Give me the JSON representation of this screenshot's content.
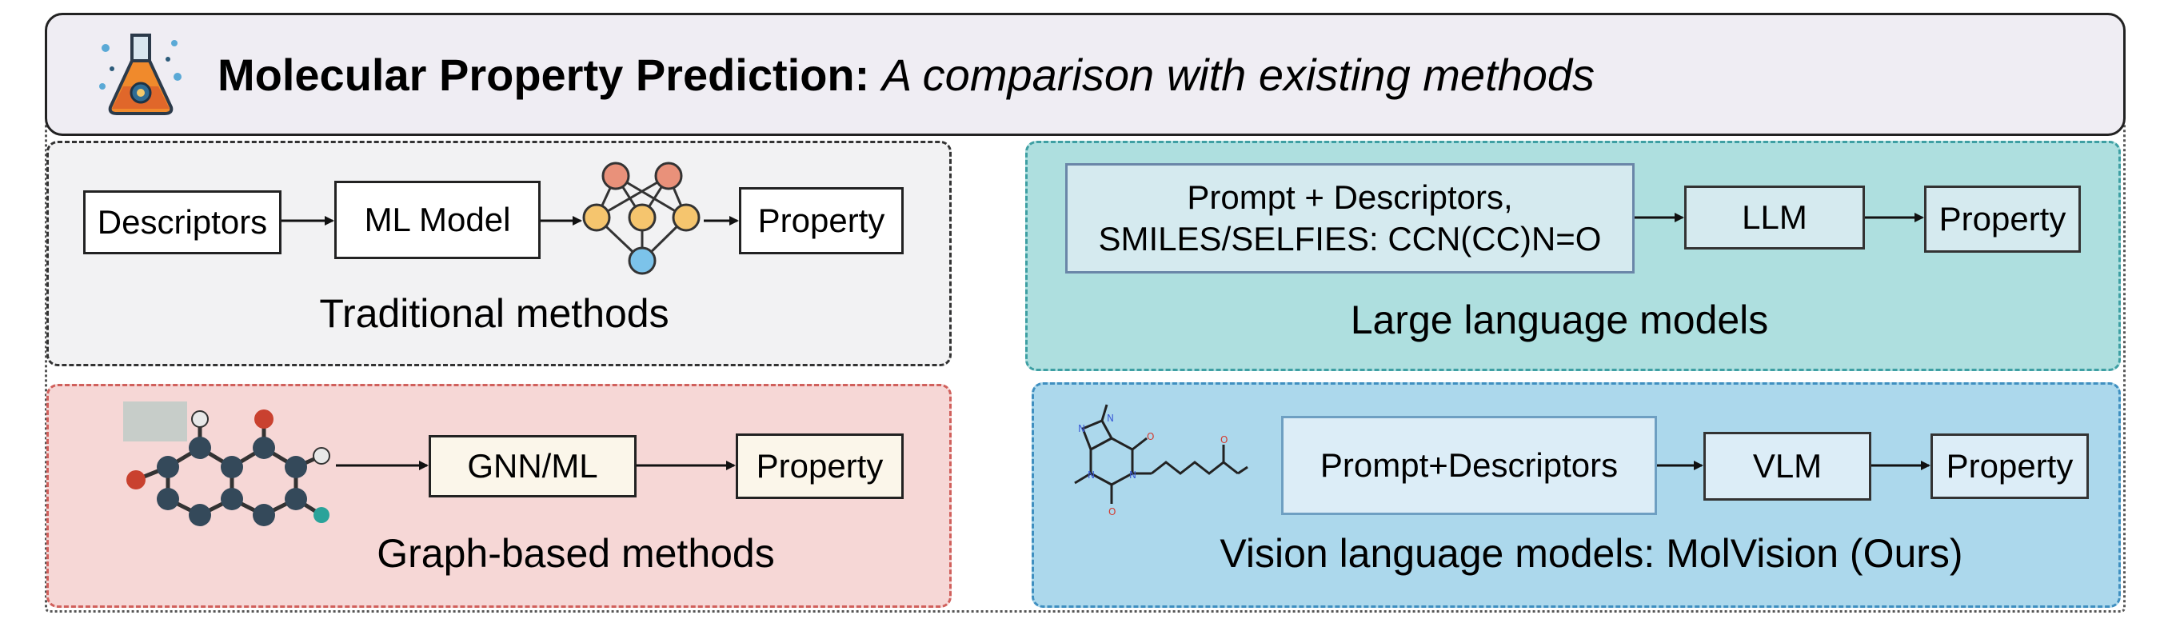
{
  "header": {
    "title_bold": "Molecular Property Prediction:",
    "title_italic": "A comparison with existing methods",
    "logo_icon": "flask-icon"
  },
  "traditional": {
    "descriptors": "Descriptors",
    "model": "ML Model",
    "property": "Property",
    "caption": "Traditional methods"
  },
  "llm": {
    "input_line1": "Prompt + Descriptors,",
    "input_line2": "SMILES/SELFIES: CCN(CC)N=O",
    "model": "LLM",
    "property": "Property",
    "caption": "Large language models"
  },
  "graph": {
    "model": "GNN/ML",
    "property": "Property",
    "caption": "Graph-based methods"
  },
  "vlm": {
    "input": "Prompt+Descriptors",
    "model": "VLM",
    "property": "Property",
    "caption": "Vision language models: MolVision (Ours)"
  },
  "colors": {
    "header_bg": "#efedf3",
    "traditional_bg": "#f2f2f3",
    "llm_bg": "#aedfdf",
    "graph_bg": "#f6d7d6",
    "vlm_bg": "#acd8ec"
  }
}
